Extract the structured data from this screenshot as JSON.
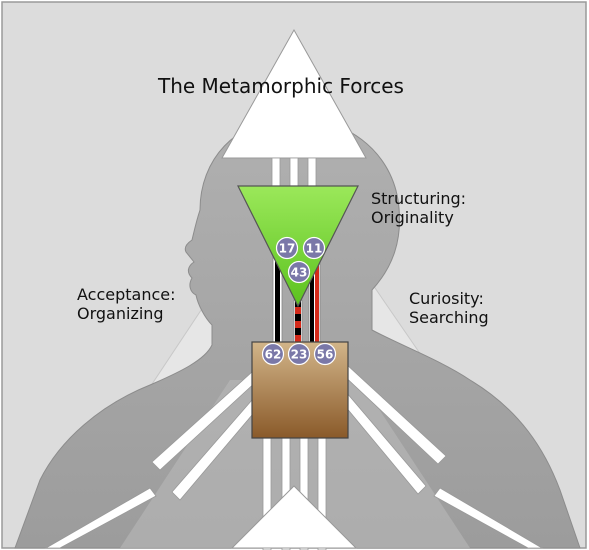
{
  "title": "The Metamorphic Forces",
  "labels": {
    "structuring": [
      "Structuring:",
      "Originality"
    ],
    "acceptance": [
      "Acceptance:",
      "Organizing"
    ],
    "curiosity": [
      "Curiosity:",
      "Searching"
    ]
  },
  "gates": {
    "ajna_left": "17",
    "ajna_right": "11",
    "ajna_bottom": "43",
    "throat_left": "62",
    "throat_middle": "23",
    "throat_right": "56"
  },
  "colors": {
    "background": "#dcdcdc",
    "silhouette": "#a8a8a8",
    "ajna_fill": "#7ddc3a",
    "throat_fill": "#a87a45",
    "head_center": "#ffffff",
    "gate_circle": "#7a78a8",
    "channel_active": "#000000",
    "channel_red": "#d42a1a"
  }
}
